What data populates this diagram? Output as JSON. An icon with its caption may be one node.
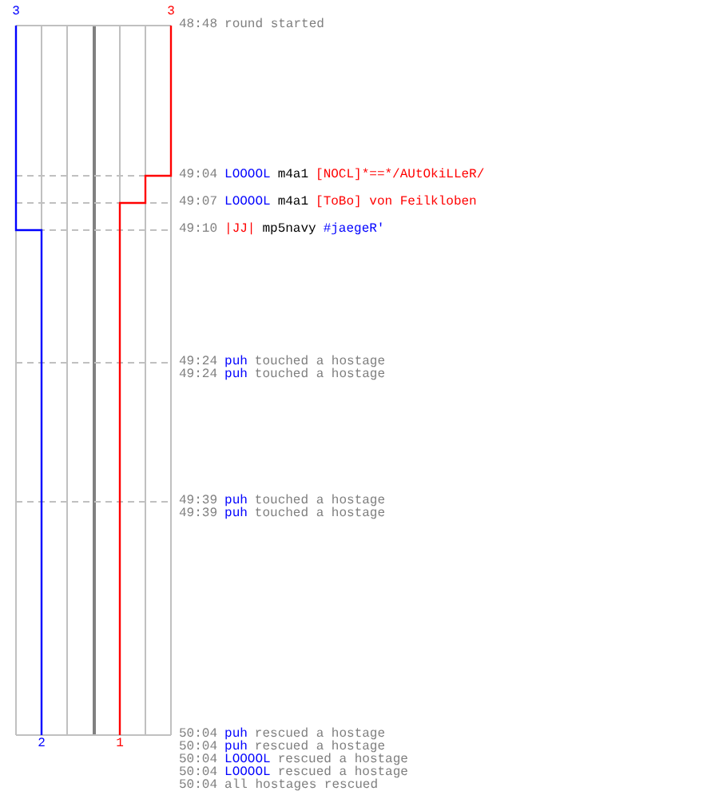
{
  "diagram": {
    "labels": [
      "3",
      "3",
      "48:48",
      "round started",
      "49:04",
      "LOOOOL",
      "m4a1",
      "[NOCL]*==*/AUtOkiLLeR/",
      "49:07",
      "LOOOOL",
      "m4a1",
      "[ToBo] von Feilkloben",
      "49:10",
      "|JJ|",
      "mp5navy",
      "#jaegeR'",
      "49:24",
      "puh",
      "touched a hostage",
      "49:24",
      "puh",
      "touched a hostage",
      "49:39",
      "puh",
      "touched a hostage",
      "49:39",
      "puh",
      "touched a hostage",
      "2",
      "1",
      "50:04",
      "puh",
      "rescued a hostage",
      "50:04",
      "puh",
      "rescued a hostage",
      "50:04",
      "LOOOOL",
      "rescued a hostage",
      "50:04",
      "LOOOOL",
      "rescued a hostage",
      "50:04",
      "all hostages rescued"
    ]
  }
}
